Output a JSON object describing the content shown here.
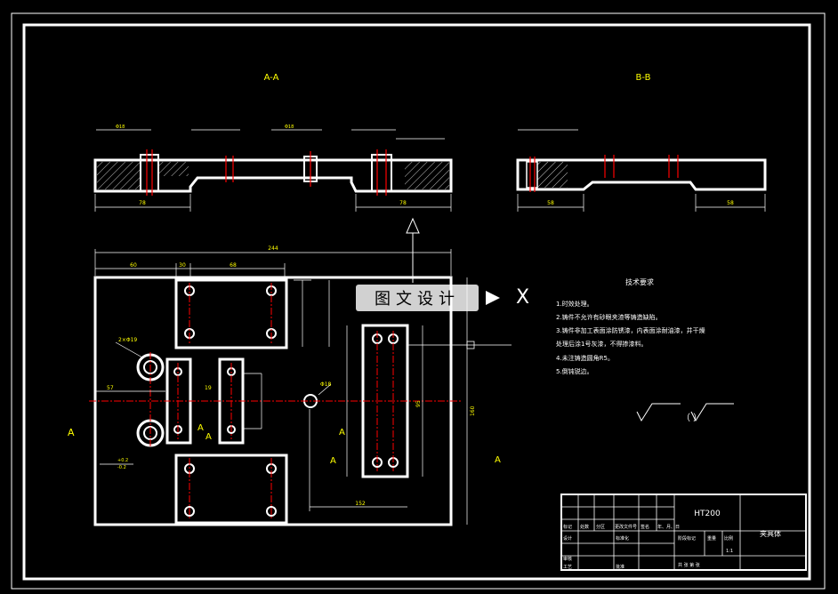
{
  "sections": {
    "aa_label": "A-A",
    "bb_label": "B-B"
  },
  "dimensions": {
    "top_overall": "244",
    "top_left_1": "60",
    "top_left_2": "30",
    "top_left_3": "68",
    "section_left_len": "78",
    "section_right_len": "78",
    "bb_left_len": "58",
    "bb_right_len": "58",
    "bore_hole": "2×Φ19",
    "hole_callout": "Φ18",
    "left_offset": "57",
    "mid_gap": "19",
    "plate_height": "160",
    "right_slot_len": "95",
    "bottom_len": "152",
    "tol_upper": "+0.2",
    "tol_lower": "-0.2"
  },
  "section_marks": {
    "left_a": "A",
    "center_a": "A",
    "center_a2": "A",
    "right_a1": "A",
    "right_a2": "A",
    "right_a3": "A"
  },
  "notes": {
    "title": "技术要求",
    "items": [
      "1.时效处理。",
      "2.铸件不允许有砂眼夹渣等铸造缺陷。",
      "3.铸件非加工表面涂防锈漆，内表面涂耐油漆，并干燥",
      "  处理后涂1号灰漆，不得掺漆料。",
      "4.未注铸造圆角R5。",
      "5.倒钝锐边。"
    ]
  },
  "roughness_note": "（  ）",
  "title_block": {
    "material": "HT200",
    "part_name": "夹具体",
    "row_labels": [
      "标记",
      "处数",
      "分区",
      "更改文件号",
      "签名",
      "年、月、日"
    ],
    "design_label": "设计",
    "standard_label": "标准化",
    "review_label": "审核",
    "process_label": "工艺",
    "approve_label": "批准",
    "stage_label": "阶段标记",
    "weight_label": "重量",
    "scale_label": "比例",
    "scale_value": "1:1",
    "sheet_label": "共  张  第  张"
  },
  "watermark": {
    "text": "图文设计",
    "cross": "X"
  },
  "colors": {
    "background": "#000000",
    "outline": "#ffffff",
    "center_line": "#ff0000",
    "annotation": "#ffff00"
  }
}
